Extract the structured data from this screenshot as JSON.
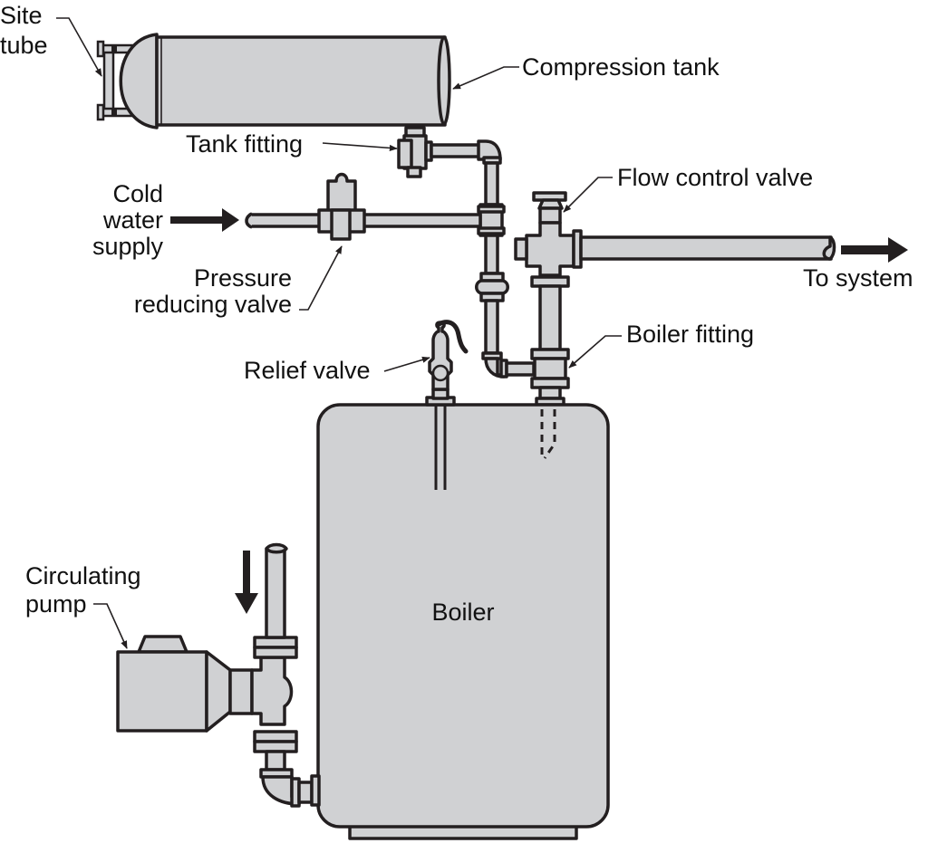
{
  "diagram": {
    "title": "Hot water boiler piping components",
    "colors": {
      "component_fill": "#d0d1d3",
      "outline": "#231f20",
      "text": "#111111",
      "background": "#ffffff"
    },
    "labels": {
      "site_tube": [
        "Site",
        "tube"
      ],
      "compression_tank": "Compression tank",
      "tank_fitting": "Tank fitting",
      "flow_control_valve": "Flow control valve",
      "cold_water_supply": [
        "Cold",
        "water",
        "supply"
      ],
      "pressure_reducing_valve": [
        "Pressure",
        "reducing valve"
      ],
      "to_system": "To system",
      "boiler_fitting": "Boiler fitting",
      "relief_valve": "Relief valve",
      "boiler": "Boiler",
      "circulating_pump": [
        "Circulating",
        "pump"
      ]
    },
    "flow_arrows": [
      {
        "name": "cold-water-inlet",
        "direction": "right"
      },
      {
        "name": "to-system-outlet",
        "direction": "right"
      },
      {
        "name": "return-inlet",
        "direction": "down"
      }
    ]
  }
}
